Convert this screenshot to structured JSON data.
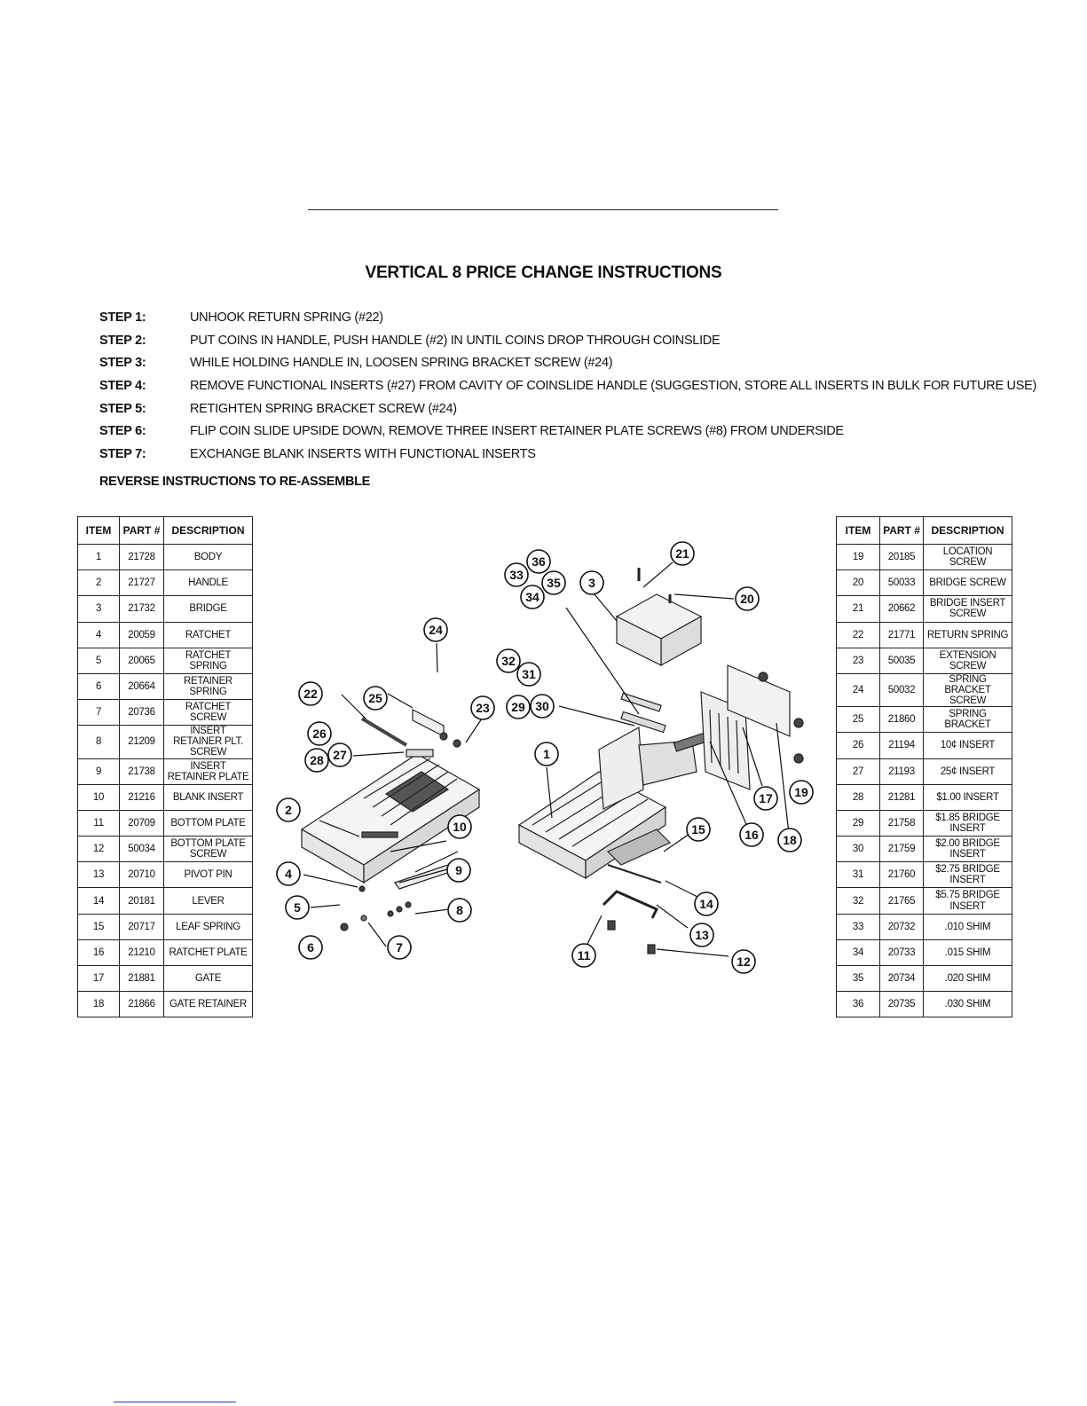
{
  "title": "VERTICAL 8 PRICE CHANGE INSTRUCTIONS",
  "steps": [
    {
      "label": "STEP 1:",
      "text": "UNHOOK RETURN SPRING (#22)"
    },
    {
      "label": "STEP 2:",
      "text": "PUT COINS IN HANDLE, PUSH HANDLE (#2) IN UNTIL COINS DROP THROUGH COINSLIDE"
    },
    {
      "label": "STEP 3:",
      "text": "WHILE HOLDING HANDLE IN, LOOSEN SPRING BRACKET SCREW (#24)"
    },
    {
      "label": "STEP 4:",
      "text": "REMOVE FUNCTIONAL INSERTS (#27) FROM CAVITY OF COINSLIDE HANDLE (SUGGESTION, STORE ALL INSERTS IN BULK FOR FUTURE USE)"
    },
    {
      "label": "STEP 5:",
      "text": "RETIGHTEN SPRING BRACKET SCREW (#24)"
    },
    {
      "label": "STEP 6:",
      "text": "FLIP COIN SLIDE UPSIDE DOWN, REMOVE THREE INSERT RETAINER PLATE SCREWS (#8) FROM UNDERSIDE"
    },
    {
      "label": "STEP 7:",
      "text": "EXCHANGE BLANK INSERTS WITH FUNCTIONAL INSERTS"
    }
  ],
  "reverse_note": "REVERSE INSTRUCTIONS TO RE-ASSEMBLE",
  "table_headers": {
    "item": "ITEM",
    "part": "PART #",
    "description": "DESCRIPTION"
  },
  "parts_left": [
    {
      "item": "1",
      "part": "21728",
      "description": "BODY"
    },
    {
      "item": "2",
      "part": "21727",
      "description": "HANDLE"
    },
    {
      "item": "3",
      "part": "21732",
      "description": "BRIDGE"
    },
    {
      "item": "4",
      "part": "20059",
      "description": "RATCHET"
    },
    {
      "item": "5",
      "part": "20065",
      "description": "RATCHET SPRING"
    },
    {
      "item": "6",
      "part": "20664",
      "description": "RETAINER SPRING"
    },
    {
      "item": "7",
      "part": "20736",
      "description": "RATCHET SCREW"
    },
    {
      "item": "8",
      "part": "21209",
      "description": "INSERT RETAINER PLT. SCREW"
    },
    {
      "item": "9",
      "part": "21738",
      "description": "INSERT RETAINER PLATE"
    },
    {
      "item": "10",
      "part": "21216",
      "description": "BLANK INSERT"
    },
    {
      "item": "11",
      "part": "20709",
      "description": "BOTTOM PLATE"
    },
    {
      "item": "12",
      "part": "50034",
      "description": "BOTTOM PLATE SCREW"
    },
    {
      "item": "13",
      "part": "20710",
      "description": "PIVOT PIN"
    },
    {
      "item": "14",
      "part": "20181",
      "description": "LEVER"
    },
    {
      "item": "15",
      "part": "20717",
      "description": "LEAF SPRING"
    },
    {
      "item": "16",
      "part": "21210",
      "description": "RATCHET PLATE"
    },
    {
      "item": "17",
      "part": "21881",
      "description": "GATE"
    },
    {
      "item": "18",
      "part": "21866",
      "description": "GATE RETAINER"
    }
  ],
  "parts_right": [
    {
      "item": "19",
      "part": "20185",
      "description": "LOCATION SCREW"
    },
    {
      "item": "20",
      "part": "50033",
      "description": "BRIDGE SCREW"
    },
    {
      "item": "21",
      "part": "20662",
      "description": "BRIDGE INSERT SCREW"
    },
    {
      "item": "22",
      "part": "21771",
      "description": "RETURN SPRING"
    },
    {
      "item": "23",
      "part": "50035",
      "description": "EXTENSION SCREW"
    },
    {
      "item": "24",
      "part": "50032",
      "description": "SPRING BRACKET SCREW"
    },
    {
      "item": "25",
      "part": "21860",
      "description": "SPRING BRACKET"
    },
    {
      "item": "26",
      "part": "21194",
      "description": "10¢ INSERT"
    },
    {
      "item": "27",
      "part": "21193",
      "description": "25¢ INSERT"
    },
    {
      "item": "28",
      "part": "21281",
      "description": "$1.00 INSERT"
    },
    {
      "item": "29",
      "part": "21758",
      "description": "$1.85 BRIDGE INSERT"
    },
    {
      "item": "30",
      "part": "21759",
      "description": "$2.00 BRIDGE INSERT"
    },
    {
      "item": "31",
      "part": "21760",
      "description": "$2.75 BRIDGE INSERT"
    },
    {
      "item": "32",
      "part": "21765",
      "description": "$5.75 BRIDGE INSERT"
    },
    {
      "item": "33",
      "part": "20732",
      "description": ".010 SHIM"
    },
    {
      "item": "34",
      "part": "20733",
      "description": ".015 SHIM"
    },
    {
      "item": "35",
      "part": "20734",
      "description": ".020 SHIM"
    },
    {
      "item": "36",
      "part": "20735",
      "description": ".030 SHIM"
    }
  ],
  "diagram_callouts": [
    "1",
    "2",
    "3",
    "4",
    "5",
    "6",
    "7",
    "8",
    "9",
    "10",
    "11",
    "12",
    "13",
    "14",
    "15",
    "16",
    "17",
    "18",
    "19",
    "20",
    "21",
    "22",
    "23",
    "24",
    "25",
    "26",
    "27",
    "28",
    "29",
    "30",
    "31",
    "32",
    "33",
    "34",
    "35",
    "36"
  ]
}
